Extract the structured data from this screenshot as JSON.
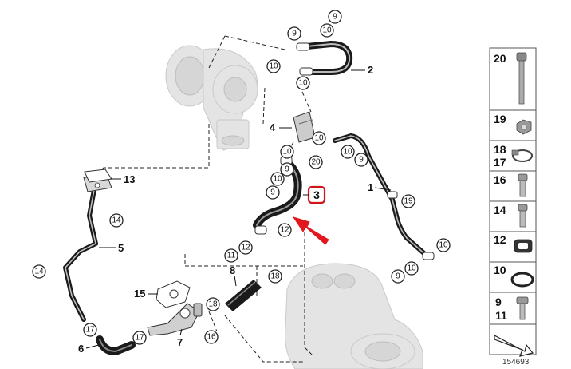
{
  "parts": {
    "p1": "1",
    "p2": "2",
    "p4": "4",
    "p5": "5",
    "p6": "6",
    "p7": "7",
    "p8": "8",
    "p13": "13",
    "p15": "15",
    "highlighted": "3"
  },
  "callouts": {
    "c9a": "9",
    "c9b": "9",
    "c10a": "10",
    "c10b": "10",
    "c10c": "10",
    "c10d": "10",
    "c10e": "10",
    "c9c": "9",
    "c20": "20",
    "c10f": "10",
    "c9d": "9",
    "c19": "19",
    "c14a": "14",
    "c14b": "14",
    "c12a": "12",
    "c12b": "12",
    "c11": "11",
    "c10g": "10",
    "c10h": "10",
    "c9e": "9",
    "c18a": "18",
    "c18b": "18",
    "c17a": "17",
    "c17b": "17",
    "c16": "16"
  },
  "panel": {
    "items": [
      {
        "num": "20"
      },
      {
        "num": "19"
      },
      {
        "num": "18",
        "num2": "17"
      },
      {
        "num": "16"
      },
      {
        "num": "14"
      },
      {
        "num": "12"
      },
      {
        "num": "10"
      },
      {
        "num": "9",
        "num2": "11"
      }
    ],
    "reference": "154693"
  },
  "colors": {
    "highlight": "#d0161c",
    "arrow": "#e3171e",
    "hose": "#1a1a1a"
  }
}
